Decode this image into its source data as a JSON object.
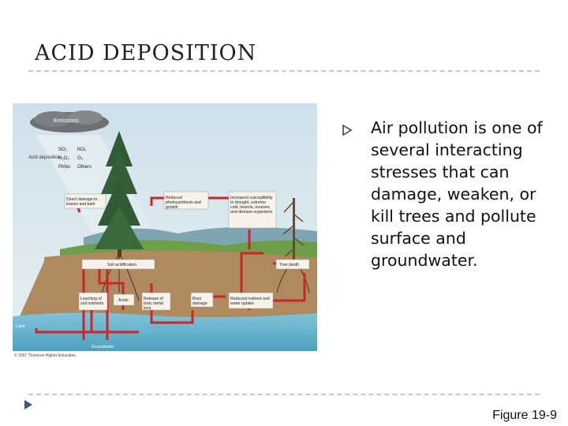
{
  "slide": {
    "title": "ACID DEPOSITION",
    "bullet": "Air pollution is one of several interacting stresses that can damage, weaken, or kill trees and pollute surface and groundwater.",
    "caption": "Figure 19-9"
  },
  "figure": {
    "emissions": "Emissions",
    "acid_deposition": "Acid deposition",
    "pollutants_left": [
      "SO₂",
      "H₂O₂",
      "PANs"
    ],
    "pollutants_right": [
      "NOₓ",
      "O₃",
      "Others"
    ],
    "direct_damage": "Direct damage to leaves and bark",
    "reduced_photosynthesis": "Reduced photosynthesis and growth",
    "increased_susceptibility": "Increased susceptibility to drought, extreme cold, insects, mosses, and disease organisms",
    "soil_acidification": "Soil acidification",
    "tree_death": "Tree death",
    "leaching": "Leaching of soil nutrients",
    "acids": "Acids",
    "release_toxic": "Release of toxic metal ions",
    "root_damage": "Root damage",
    "reduced_nutrient": "Reduced nutrient and water uptake",
    "lake": "Lake",
    "groundwater": "Groundwater",
    "copyright": "© 2007 Thomson Higher Education"
  }
}
